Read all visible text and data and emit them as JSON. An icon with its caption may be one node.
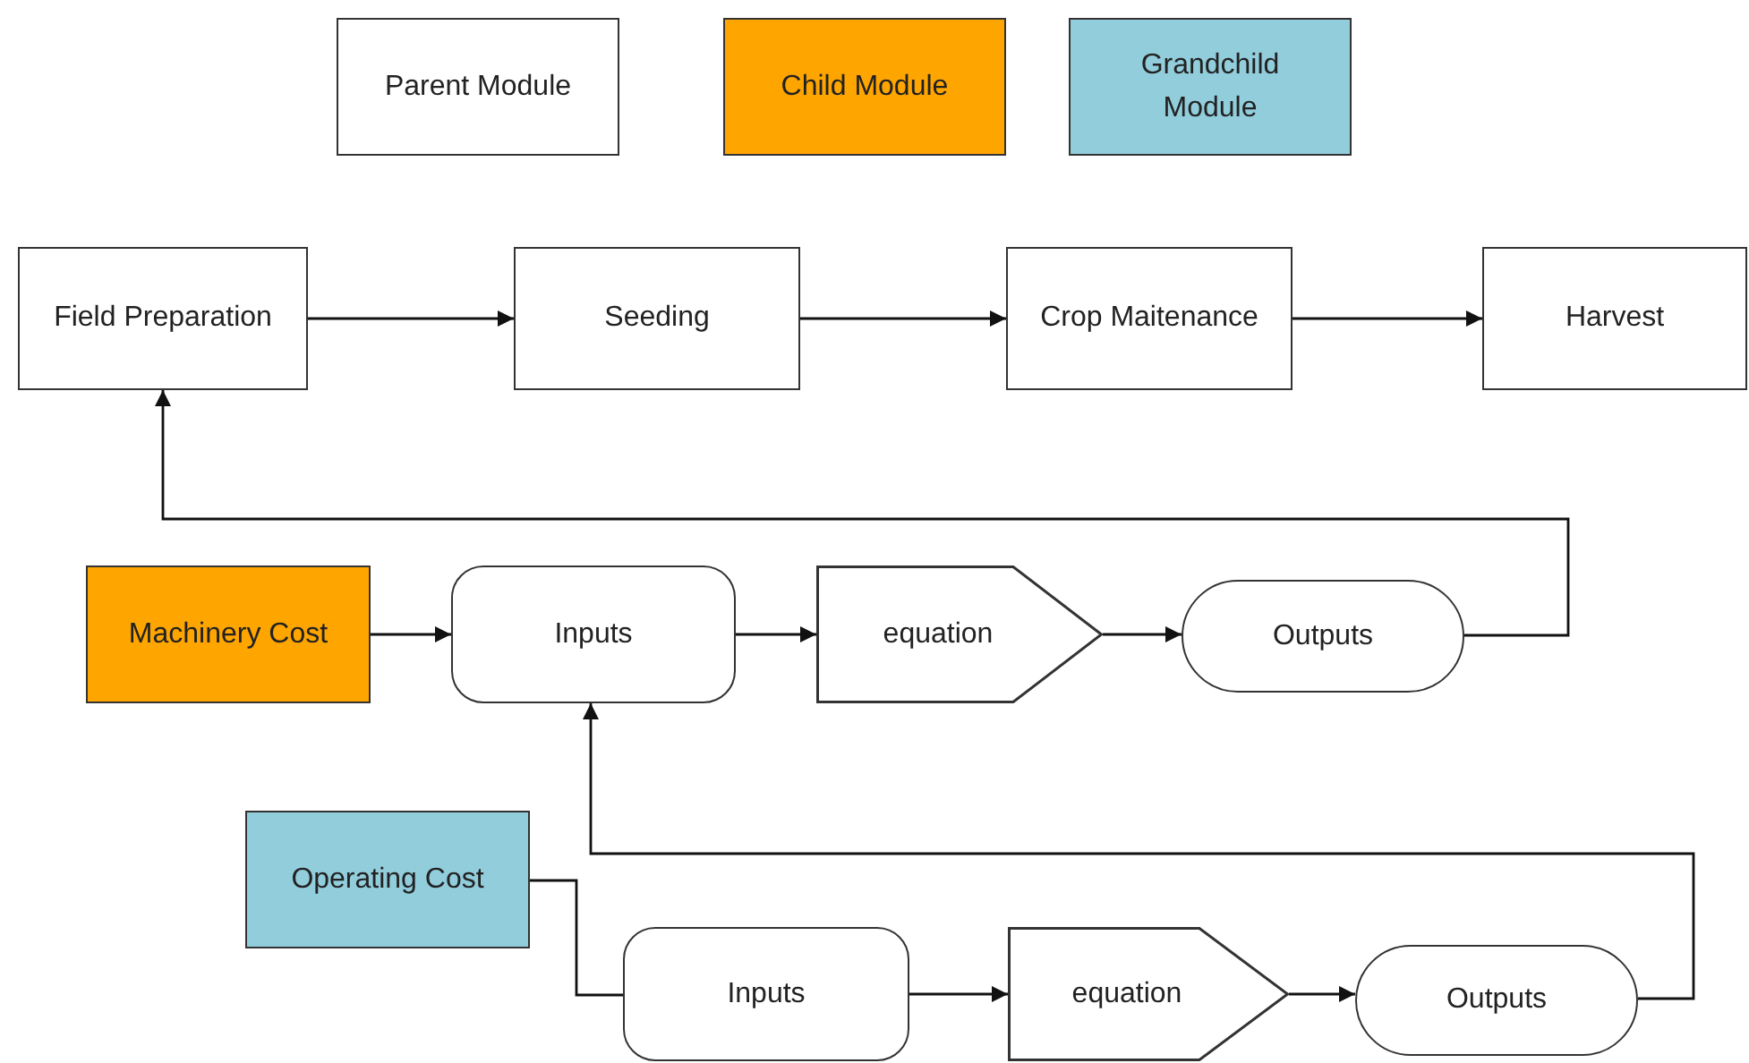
{
  "diagram": {
    "nodes": [
      {
        "text": [
          "Field Preparation"
        ]
      },
      {
        "text": [
          "Seeding"
        ]
      },
      {
        "text": [
          "Crop Maitenance"
        ]
      },
      {
        "text": [
          "Harvest"
        ]
      },
      {
        "text": [
          "Machinery Cost"
        ]
      },
      {
        "text": [
          "Inputs"
        ]
      },
      {
        "text": [
          "equation"
        ]
      },
      {
        "text": [
          "Outputs"
        ]
      },
      {
        "text": [
          "Operating Cost"
        ]
      },
      {
        "text": [
          "Inputs"
        ]
      },
      {
        "text": [
          "equation"
        ]
      },
      {
        "text": [
          "Outputs"
        ]
      }
    ],
    "edges": [
      {
        "from": 0,
        "to": 1,
        "arrow": "to"
      },
      {
        "from": 1,
        "to": 2,
        "arrow": "to"
      },
      {
        "from": 2,
        "to": 3,
        "arrow": "to"
      },
      {
        "from": 4,
        "to": 5,
        "arrow": "to"
      },
      {
        "from": 5,
        "to": 6,
        "arrow": "to"
      },
      {
        "from": 6,
        "to": 7,
        "arrow": "to"
      },
      {
        "from": 7,
        "to": 0,
        "arrow": "to"
      },
      {
        "from": 8,
        "to": 9,
        "arrow": "none"
      },
      {
        "from": 9,
        "to": 10,
        "arrow": "to"
      },
      {
        "from": 10,
        "to": 11,
        "arrow": "to"
      },
      {
        "from": 11,
        "to": 5,
        "arrow": "to"
      }
    ],
    "legend": [
      {
        "text": "Parent Module",
        "color": "#ffffff"
      },
      {
        "text": "Child Module",
        "color": "#ffa500"
      },
      {
        "text": "Grandchild Module",
        "color": "#92cddc"
      }
    ]
  }
}
